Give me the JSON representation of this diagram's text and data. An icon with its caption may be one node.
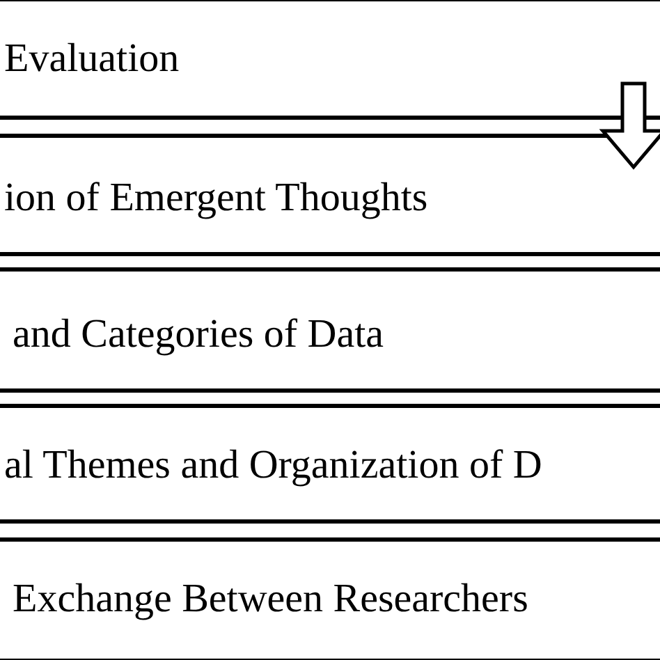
{
  "diagram": {
    "nodes": [
      {
        "text": [
          "Evaluation"
        ]
      },
      {
        "text": [
          "ion of Emergent Thoughts"
        ]
      },
      {
        "text": [
          "and Categories of Data"
        ]
      },
      {
        "text": [
          "al Themes and Organization of D"
        ]
      },
      {
        "text": [
          "Exchange Between Researchers"
        ]
      }
    ],
    "edges": [
      {
        "from": 0,
        "to": 1,
        "arrow": "to"
      }
    ]
  }
}
